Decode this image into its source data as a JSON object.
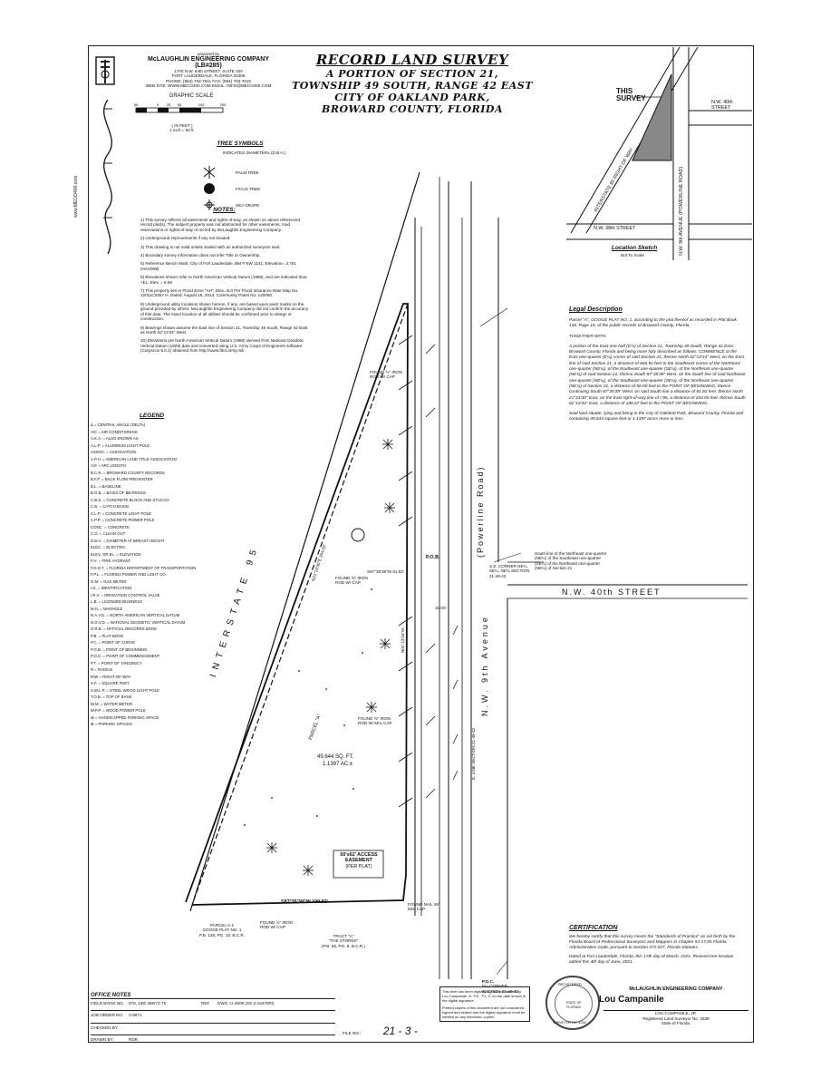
{
  "header": {
    "prepared_by": "prepared by",
    "company": "McLAUGHLIN ENGINEERING COMPANY (LB#285)",
    "address_lines": [
      "1700 N.W. 64th STREET, SUITE 400",
      "FORT LAUDERDALE, FLORIDA 33309",
      "PHONE: (954) 763-7611 FAX: (954) 763-7615",
      "WEB SITE: WWW.MECO400.COM EMAIL: INFO@MECO400.COM"
    ],
    "side_url": "www.MECO400.com"
  },
  "title": {
    "line1": "RECORD LAND SURVEY",
    "line2": "A PORTION OF SECTION 21,",
    "line3": "TOWNSHIP 49 SOUTH, RANGE 42 EAST",
    "line4": "CITY OF OAKLAND PARK,",
    "line5": "BROWARD COUNTY, FLORIDA"
  },
  "graphic_scale": {
    "label": "GRAPHIC SCALE",
    "ticks": [
      "50",
      "0",
      "25",
      "50",
      "100",
      "200"
    ],
    "units_line1": "( IN FEET )",
    "units_line2": "1 inch = 50 ft."
  },
  "tree_symbols": {
    "title": "TREE SYMBOLS",
    "dbh": "INDICATES DIAMETER± (D.B.H.)",
    "items": [
      "PALM TREE",
      "FICUS TREE",
      "SEA GRAPE"
    ]
  },
  "notes": {
    "title": "NOTES:",
    "items": [
      "1) This survey reflects all easements and rights-of-way, as shown on above referenced record plat(s). The subject property was not abstracted for other easements, road reservations or rights-of-way of record by McLaughlin Engineering Company.",
      "2) Underground improvements if any not located.",
      "3) This drawing is not valid unless sealed with an authorized surveyors seal.",
      "4) Boundary survey information does not infer Title or Ownership.",
      "5) Reference Bench Mark: City of Fort Lauderdale, BM # NW 1141, Elevation= 3.701 (NAVD88)",
      "6) Elevations shown refer to North American Vertical Datum (1988), and are indicated thus: ×EL. Elev. = 6.59",
      "7) This property lies in Flood Zone \"AH\", Elev.=5.0 Per Flood Insurance Rate Map No. 12011C0357 H, Dated: August 18, 2014. Community Panel No. 120050.",
      "8) Underground utility locations shown hereon, if any, are based upon paint marks on the ground provided by others. McLaughlin Engineering Company did not confirm the accuracy of this data. The exact location of all utilities should be confirmed prior to design or construction.",
      "9) Bearings shown assume the East line of Section 21, Township 49 South, Range 42 East as North 02°13'44\" West",
      "10) Elevations per North American Vertical Datum (1988) derived from National Geodetic Vertical Datum (1929) data and converted using U.S. Army Corps of Engineers software (Corpscon 6.0.1) obtained from http://www.fdot.army.mil/"
    ]
  },
  "legend": {
    "title": "LEGEND",
    "items": [
      "Δ = CENTRAL ANGLE (DELTA)",
      "A/C = AIR CONDITIONING",
      "A.K.A. = ALSO KNOWN AS",
      "A.L.P. = ALUMINUM LIGHT POLE",
      "ASSOC. = ASSOCIATION",
      "A.P.H. = AMERICAN LAND TITLE ASSOCIATION",
      "A/S = ARC LENGTH",
      "B.C.R. = BROWARD COUNTY RECORDS",
      "B.F.P. = BACK FLOW PREVENTER",
      "B.L. = BASELINE",
      "B.O.B. = BASIS OF BEARINGS",
      "C.B.S. = CONCRETE BLOCK AND STUCCO",
      "C.B. = CATCH BASIN",
      "C.L.P. = CONCRETE LIGHT POLE",
      "C.P.P. = CONCRETE POWER POLE",
      "CONC. = CONCRETE",
      "C.O. = CLEAN OUT",
      "D.B.H. = DIAMETER AT BREAST HEIGHT",
      "ELEC. = ELECTRIC",
      "ELEV. OR EL. = ELEVATION",
      "F.H. = FIRE HYDRANT",
      "F.D.O.T. = FLORIDA DEPARTMENT OF TRANSPORTATION",
      "F.P.L. = FLORIDA POWER AND LIGHT CO.",
      "G.M. = GAS METER",
      "I.D. = IDENTIFICATION",
      "I.R.V. = IRRIGATION CONTROL VALVE",
      "L.B. = LICENSED BUSINESS",
      "M.H. = MANHOLE",
      "N.A.V.D. = NORTH AMERICAN VERTICAL DATUM",
      "N.G.V.D. = NATIONAL GEODETIC VERTICAL DATUM",
      "O.R.B. = OFFICIAL RECORDS BOOK",
      "P.B. = PLAT BOOK",
      "P.C. = POINT OF CURVE",
      "P.O.B. = POINT OF BEGINNING",
      "P.O.C. = POINT OF COMMENCEMENT",
      "P.T. = POINT OF TANGENCY",
      "R = RADIUS",
      "R/W = RIGHT-OF-WAY",
      "S.F. = SQUARE FEET",
      "S.W.L.P. = STEEL WOOD LIGHT POLE",
      "T.O.B. = TOP OF BANK",
      "W.M. = WATER METER",
      "W.P.P. = WOOD POWER POLE",
      "⊗ = HANDICAPPED PARKING SPACE",
      "⊕ = PARKING SPACES"
    ]
  },
  "location_sketch": {
    "this_survey": "THIS SURVEY",
    "nw40": "N.W. 40th STREET",
    "nw38": "N.W. 38th STREET",
    "i95": "INTERSTATE 95 RIGHT OF WAY",
    "ave": "N.W. 9th AVENUE (POWERLINE ROAD)",
    "title": "Location Sketch",
    "sub": "Not To Scale"
  },
  "legal": {
    "title": "Legal Description",
    "paragraphs": [
      "Parcel \"A\", GOOGE PLAT NO. 1, according to the plat thereof as recorded in Plat Book 136, Page 15, of the public records of Broward County, Florida.",
      "TOGETHER WITH:",
      "A portion of the East one-half (E½) of Section 21, Township 49 South, Range 42 East, Broward County, Florida and being more fully described as follows: COMMENCE at the East one-quarter (E¼) corner of said Section 21; thence North 02°13'44\" West, on the East line of said Section 21, a distance of 666.92 feet to the Southeast corner of the Northeast one-quarter (NE¼), of the Southeast one-quarter (SE¼), of the Northeast one-quarter (NE¼) of said Section 21; thence South 87°35'39\" West, on the South line of said Northeast one-quarter (NE¼), of the Southeast one-quarter (SE¼), of the Northeast one-quarter (NE¼) of Section 21, a distance of 50.00 feet to the POINT OF BEGINNING; thence continuing South 87°35'39\" West, on said South line a distance of 81.83 feet; thence North 21°24'30\" East, on the East right-of-way line of I-95, a distance of 204.05 feet; thence South 02°13'44\" East, a distance of 186.67 feet to the POINT OF BEGINNING.",
      "Said land situate, lying and being in the City of Oakland Park, Broward County, Florida and containing 49,644 square feet or 1.1397 acres more or less."
    ]
  },
  "map": {
    "interstate": "INTERSTATE 95",
    "road": "N.W. 9th Avenue",
    "powerline": "(Powerline Road)",
    "nw40": "N.W. 40th STREET",
    "area_sf": "49,644 SQ. FT.",
    "area_ac": "1.1397 AC.±",
    "parcel": "PARCEL \"A\"",
    "easement_l1": "50'x62' ACCESS",
    "easement_l2": "EASEMENT",
    "easement_l3": "(PER PLAT)",
    "brg_bottom": "S87°35'39\"W  199.82'",
    "brg_top": "S87°35'39\"W  81.83'",
    "found_rod1": "FOUND ½\" IRON ROD W/ CAP",
    "found_rod2": "FOUND ⅝\" IRON ROD W/ CAP",
    "found_nail": "FOUND NAIL W/ McL CAP",
    "pob": "P.O.B.",
    "poc_l1": "P.O.C.",
    "poc_l2": "E¼ CORNER",
    "poc_l3": "SECTION 21-49-42",
    "tract_l1": "TRACT \"A\"",
    "tract_l2": "\"THE STORES\"",
    "tract_l3": "(P.B. 65, PG. 8, B.C.R.)",
    "parcel_a_l1": "PARCEL A-1",
    "parcel_a_l2": "GOOGE PLAT NO. 1",
    "parcel_a_l3": "P.B. 136, PG. 15, B.C.R.",
    "se_corner": "S.E. CORNER NE¼, SE¼, NE¼ SECTION 21-49-42",
    "south_line": "South line of the Northeast one-quarter (NE¼) of the Southeast one-quarter (SE¼) of the Northeast one-quarter (NE¼) of Section 21",
    "e_line": "E. LINE SECTION 21-49-42",
    "dist_1": "10.00'",
    "dist_2": "N21°24'30\"E 204.05'",
    "dist_3": "N02°13'44\"W",
    "iron_rod": "FOUND ⅝\" IRON ROD W/ McL CAP"
  },
  "certification": {
    "title": "CERTIFICATION",
    "p1": "We hereby certify that this survey meets the \"Standards of Practice\" as set forth by the Florida Board of Professional Surveyors and Mappers in Chapter 5J-17.05 Florida Administrative Code, pursuant to Section 472.027, Florida Statutes.",
    "p2": "Dated at Fort Lauderdale, Florida, this 17th day of March, 2021. Revised tree location added this 4th day of June, 2021.",
    "company": "McLAUGHLIN ENGINEERING COMPANY",
    "signature": "Lou Campanile",
    "name": "LOU CAMPANILE, JR.",
    "role": "Registered Land Surveyor No. 4338",
    "state": "State of Florida.",
    "seal_top": "REGISTERED",
    "seal_mid": "STATE OF FLORIDA",
    "seal_bottom": "SURVEYOR NO. 4338"
  },
  "digital_note": {
    "p1": "This item has been digitally signed and sealed by Lou Campanile, Jr. P.E., P.L.S. on the date shown in the digital signature.",
    "p2": "Printed copies of this document are not considered signed and sealed and the digital signature must be verified on any electronic copies."
  },
  "office_notes": {
    "title": "OFFICE NOTES",
    "field_book_label": "FIELD BOOK NO.",
    "field_book": "578, 138/ 368/73-75",
    "ref_label": "REF.",
    "ref": "DWG.-U-4609 (SS-2-16470RI)",
    "job_label": "JOB ORDER NO.",
    "job": "V-5871",
    "checked_label": "CHECKED BY:",
    "checked": "",
    "drawn_label": "DRAWN BY:",
    "drawn": "RDR"
  },
  "sheet": {
    "number": "21 - 3 -",
    "file_label": "FILE NO.:"
  }
}
